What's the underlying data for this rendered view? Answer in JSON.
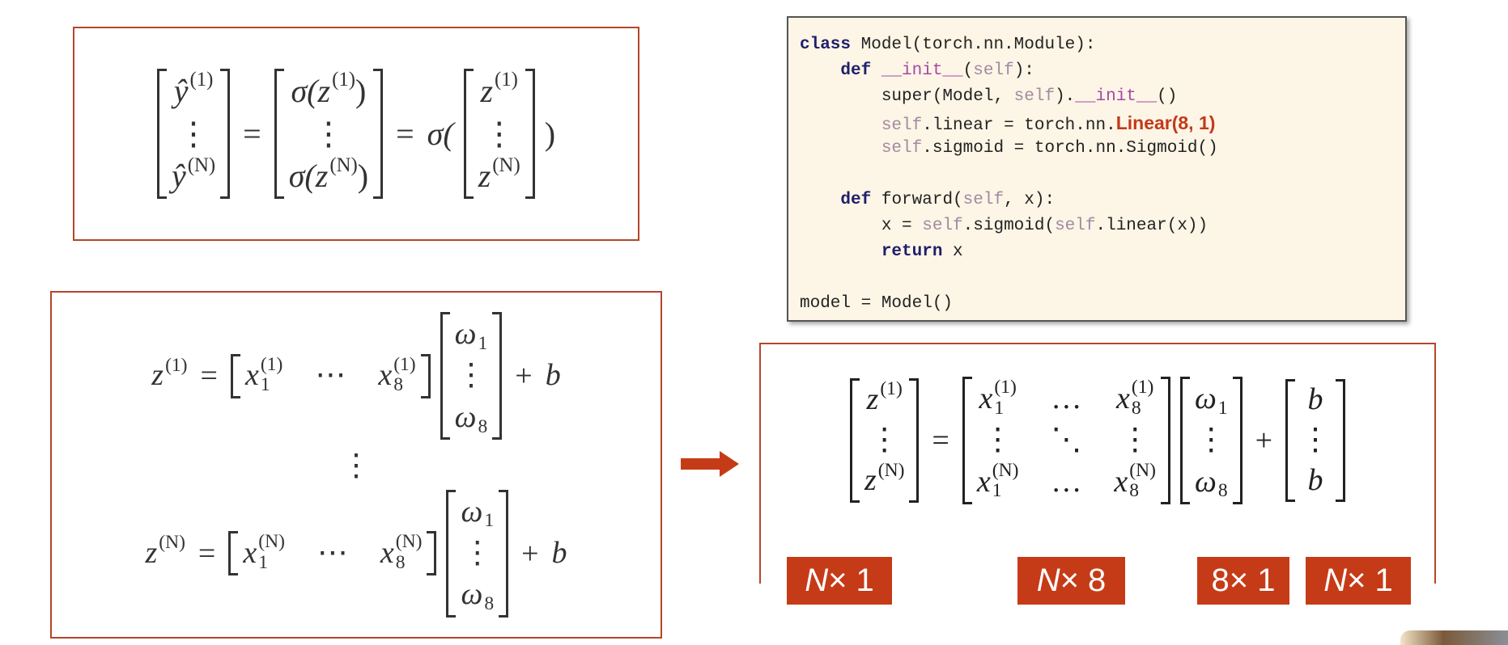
{
  "eq_vectorized_sigmoid": [
    {
      "mat": [
        [
          [
            {
              "v": "ŷ",
              "sup": "(1)"
            }
          ]
        ],
        [
          [
            {
              "v": "⋮",
              "up": true
            }
          ]
        ],
        [
          [
            {
              "v": "ŷ",
              "sup": "(N)"
            }
          ]
        ]
      ]
    },
    {
      "op": "="
    },
    {
      "mat": [
        [
          [
            {
              "v": "σ(z",
              "up": false
            },
            {
              "v": "",
              "sup": "(1)"
            },
            {
              "v": ")",
              "up": true
            }
          ]
        ],
        [
          [
            {
              "v": "⋮",
              "up": true
            }
          ]
        ],
        [
          [
            {
              "v": "σ(z"
            },
            {
              "v": "",
              "sup": "(N)"
            },
            {
              "v": ")",
              "up": true
            }
          ]
        ]
      ]
    },
    {
      "op": "="
    },
    {
      "cell": [
        {
          "v": "σ("
        }
      ]
    },
    {
      "mat": [
        [
          [
            {
              "v": "z",
              "sup": "(1)"
            }
          ]
        ],
        [
          [
            {
              "v": "⋮",
              "up": true
            }
          ]
        ],
        [
          [
            {
              "v": "z",
              "sup": "(N)"
            }
          ]
        ]
      ]
    },
    {
      "cell": [
        {
          "v": ")",
          "up": true
        }
      ]
    }
  ],
  "eq_sample_1": [
    {
      "cell": [
        {
          "v": "z",
          "sup": "(1)"
        }
      ]
    },
    {
      "op": "="
    },
    {
      "mat": [
        [
          [
            {
              "v": "x",
              "sup": "(1)",
              "sub": "1"
            }
          ],
          [
            {
              "v": "⋯",
              "up": true
            }
          ],
          [
            {
              "v": "x",
              "sup": "(1)",
              "sub": "8"
            }
          ]
        ]
      ]
    },
    {
      "mat": [
        [
          [
            {
              "v": "ω",
              "sub": "1"
            }
          ]
        ],
        [
          [
            {
              "v": "⋮",
              "up": true
            }
          ]
        ],
        [
          [
            {
              "v": "ω",
              "sub": "8"
            }
          ]
        ]
      ]
    },
    {
      "op": "+"
    },
    {
      "cell": [
        {
          "v": "b"
        }
      ]
    }
  ],
  "vdots": "⋮",
  "eq_sample_n": [
    {
      "cell": [
        {
          "v": "z",
          "sup": "(N)"
        }
      ]
    },
    {
      "op": "="
    },
    {
      "mat": [
        [
          [
            {
              "v": "x",
              "sup": "(N)",
              "sub": "1"
            }
          ],
          [
            {
              "v": "⋯",
              "up": true
            }
          ],
          [
            {
              "v": "x",
              "sup": "(N)",
              "sub": "8"
            }
          ]
        ]
      ]
    },
    {
      "mat": [
        [
          [
            {
              "v": "ω",
              "sub": "1"
            }
          ]
        ],
        [
          [
            {
              "v": "⋮",
              "up": true
            }
          ]
        ],
        [
          [
            {
              "v": "ω",
              "sub": "8"
            }
          ]
        ]
      ]
    },
    {
      "op": "+"
    },
    {
      "cell": [
        {
          "v": "b"
        }
      ]
    }
  ],
  "eq_matrix_form": [
    {
      "mat": [
        [
          [
            {
              "v": "z",
              "sup": "(1)"
            }
          ]
        ],
        [
          [
            {
              "v": "⋮",
              "up": true
            }
          ]
        ],
        [
          [
            {
              "v": "z",
              "sup": "(N)"
            }
          ]
        ]
      ]
    },
    {
      "op": "="
    },
    {
      "mat": [
        [
          [
            {
              "v": "x",
              "sup": "(1)",
              "sub": "1"
            }
          ],
          [
            {
              "v": "…",
              "up": true
            }
          ],
          [
            {
              "v": "x",
              "sup": "(1)",
              "sub": "8"
            }
          ]
        ],
        [
          [
            {
              "v": "⋮",
              "up": true
            }
          ],
          [
            {
              "v": "⋱",
              "up": true
            }
          ],
          [
            {
              "v": "⋮",
              "up": true
            }
          ]
        ],
        [
          [
            {
              "v": "x",
              "sup": "(N)",
              "sub": "1"
            }
          ],
          [
            {
              "v": "…",
              "up": true
            }
          ],
          [
            {
              "v": "x",
              "sup": "(N)",
              "sub": "8"
            }
          ]
        ]
      ]
    },
    {
      "mat": [
        [
          [
            {
              "v": "ω",
              "sub": "1"
            }
          ]
        ],
        [
          [
            {
              "v": "⋮",
              "up": true
            }
          ]
        ],
        [
          [
            {
              "v": "ω",
              "sub": "8"
            }
          ]
        ]
      ]
    },
    {
      "op": "+"
    },
    {
      "mat": [
        [
          [
            {
              "v": "b"
            }
          ]
        ],
        [
          [
            {
              "v": "⋮",
              "up": true
            }
          ]
        ],
        [
          [
            {
              "v": "b"
            }
          ]
        ]
      ]
    }
  ],
  "shape_labels": [
    {
      "a": "N",
      "b": " × 1",
      "italic": true
    },
    {
      "a": "N",
      "b": " × 8",
      "italic": true
    },
    {
      "a": "8",
      "b": " × 1",
      "italic": false
    },
    {
      "a": "N",
      "b": " × 1",
      "italic": true
    }
  ],
  "code_lines": [
    [
      {
        "t": "class",
        "c": "k"
      },
      {
        "t": " Model(torch.nn.Module):"
      }
    ],
    [
      {
        "t": "    "
      },
      {
        "t": "def",
        "c": "k"
      },
      {
        "t": " "
      },
      {
        "t": "__init__",
        "c": "m"
      },
      {
        "t": "("
      },
      {
        "t": "self",
        "c": "s"
      },
      {
        "t": "):"
      }
    ],
    [
      {
        "t": "        super(Model, "
      },
      {
        "t": "self",
        "c": "s"
      },
      {
        "t": ")."
      },
      {
        "t": "__init__",
        "c": "m"
      },
      {
        "t": "()"
      }
    ],
    [
      {
        "t": "        "
      },
      {
        "t": "self",
        "c": "s"
      },
      {
        "t": ".linear = torch.nn."
      },
      {
        "t": "Linear(8, 1)",
        "c": "h"
      }
    ],
    [
      {
        "t": "        "
      },
      {
        "t": "self",
        "c": "s"
      },
      {
        "t": ".sigmoid = torch.nn.Sigmoid()"
      }
    ],
    [
      {
        "t": ""
      }
    ],
    [
      {
        "t": "    "
      },
      {
        "t": "def",
        "c": "k"
      },
      {
        "t": " forward("
      },
      {
        "t": "self",
        "c": "s"
      },
      {
        "t": ", x):"
      }
    ],
    [
      {
        "t": "        x = "
      },
      {
        "t": "self",
        "c": "s"
      },
      {
        "t": ".sigmoid("
      },
      {
        "t": "self",
        "c": "s"
      },
      {
        "t": ".linear(x))"
      }
    ],
    [
      {
        "t": "        "
      },
      {
        "t": "return",
        "c": "k"
      },
      {
        "t": " x"
      }
    ],
    [
      {
        "t": ""
      }
    ],
    [
      {
        "t": "model = Model()"
      }
    ]
  ],
  "colors": {
    "accent": "#c63b17",
    "box_border": "#b5452a",
    "code_bg": "#fdf5e6"
  }
}
